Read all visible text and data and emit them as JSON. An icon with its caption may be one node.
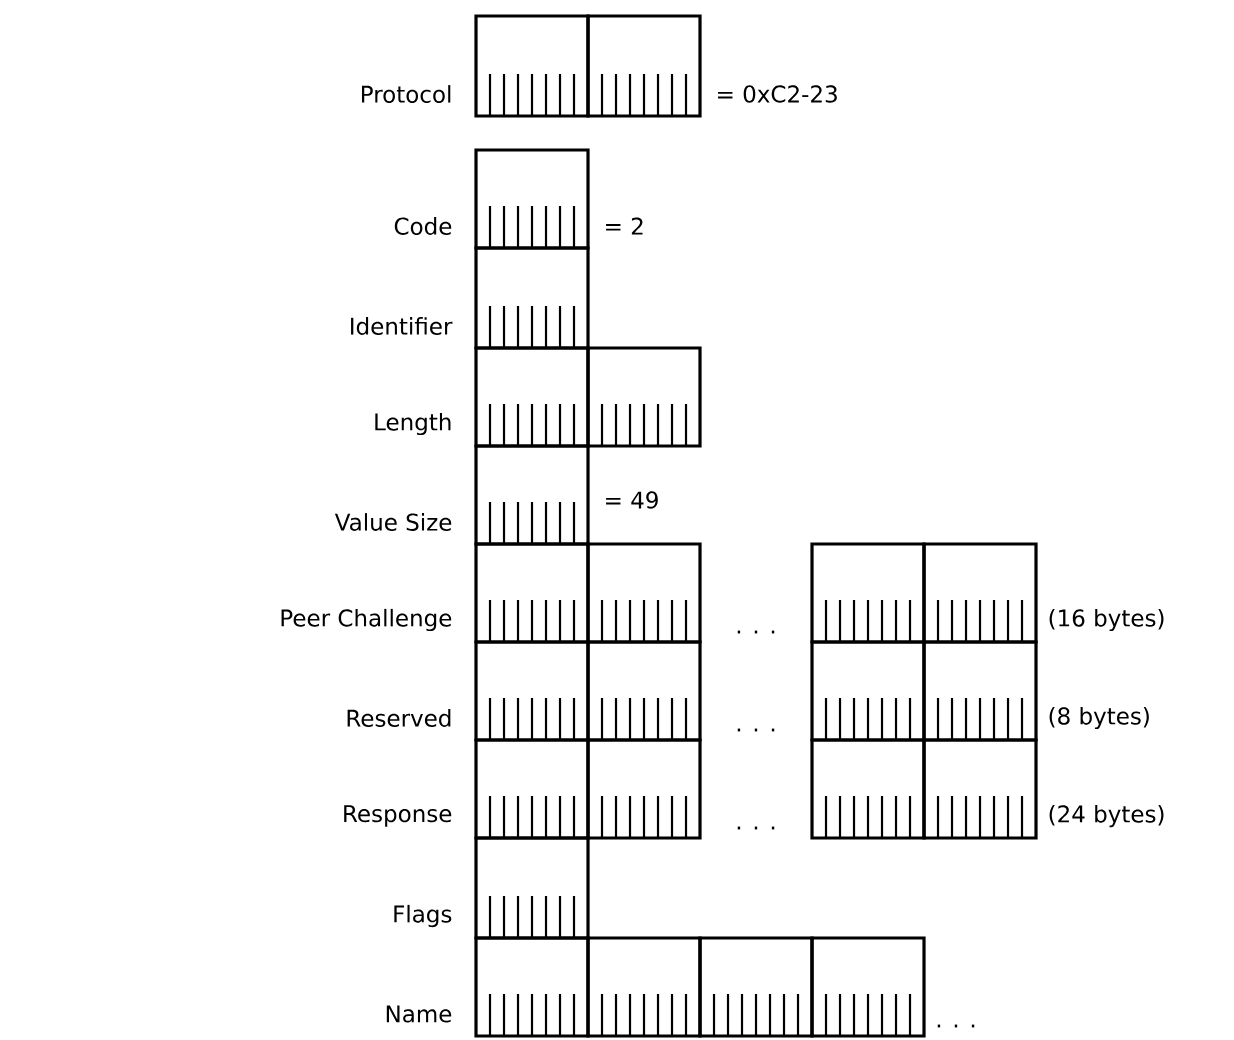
{
  "diagram": {
    "labels": [
      "Protocol",
      "= 0xC2-23",
      "Code",
      "= 2",
      "Identifier",
      "Length",
      "Value Size",
      "= 49",
      "Peer Challenge",
      ". . .",
      "(16 bytes)",
      "Reserved",
      ". . .",
      "(8 bytes)",
      "Response",
      ". . .",
      "(24 bytes)",
      "Flags",
      "Name",
      ". . ."
    ]
  }
}
